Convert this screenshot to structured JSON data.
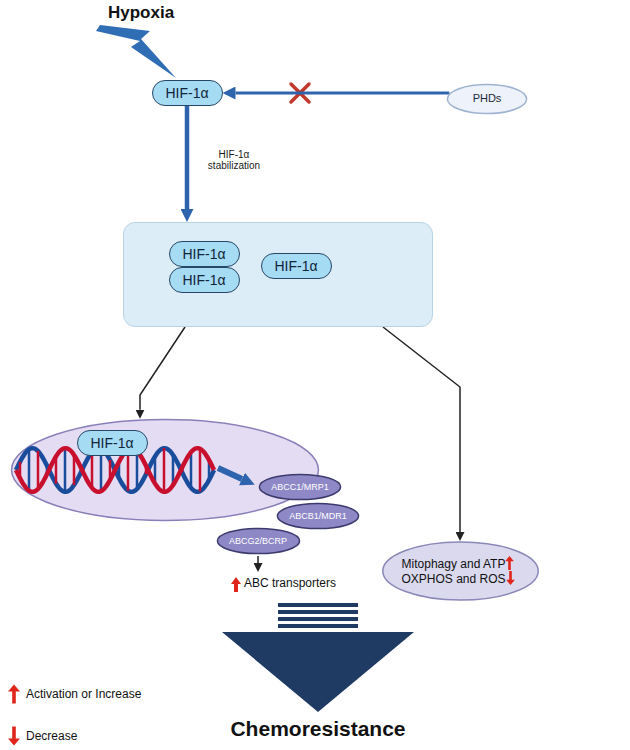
{
  "diagram": {
    "nodes": [
      {
        "text": [
          "HIF-1α"
        ]
      },
      {
        "text": [
          "PHDs"
        ]
      },
      {
        "text": []
      },
      {
        "text": [
          "HIF-1α"
        ],
        "in": 2
      },
      {
        "text": [
          "HIF-1α"
        ],
        "in": 2
      },
      {
        "text": [
          "HIF-1α"
        ],
        "in": 2
      },
      {
        "text": []
      },
      {
        "text": [
          "HIF-1α"
        ],
        "in": 6
      },
      {
        "text": [
          "ABCC1/MRP1"
        ],
        "in": 6
      },
      {
        "text": [
          "ABCB1/MDR1"
        ],
        "in": 6
      },
      {
        "text": [
          "ABCG2/BCRP"
        ],
        "in": 6
      },
      {
        "text": [
          "Mitophagy and ATP",
          "OXPHOS and ROS"
        ]
      }
    ],
    "edges": [
      {
        "from": 1,
        "to": 0,
        "arrow": "to"
      },
      {
        "from": 0,
        "to": 2,
        "label": "HIF-1α stabilization",
        "arrow": "to"
      },
      {
        "from": 2,
        "to": 6,
        "arrow": "to"
      },
      {
        "from": 2,
        "to": 11,
        "arrow": "to"
      }
    ],
    "labels": [
      "Hypoxia",
      "ABC transporters",
      "Chemoresistance"
    ],
    "legend": [
      {
        "text": "Activation or Increase"
      },
      {
        "text": "Decrease"
      }
    ]
  }
}
